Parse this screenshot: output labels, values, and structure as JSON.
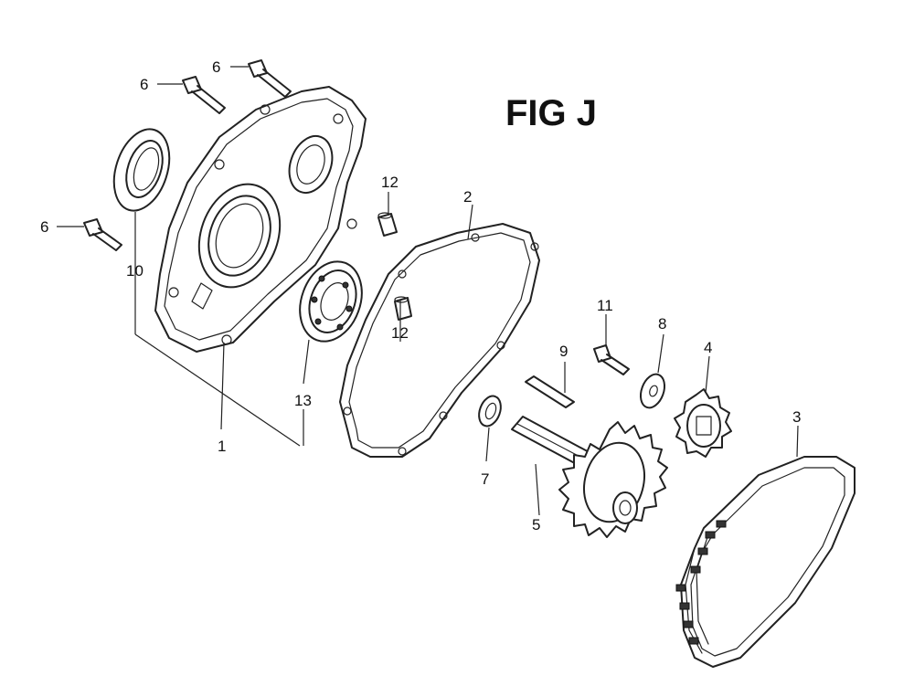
{
  "figure": {
    "title": "FIG J"
  },
  "callouts": {
    "c1": "1",
    "c2": "2",
    "c3": "3",
    "c4": "4",
    "c5": "5",
    "c6a": "6",
    "c6b": "6",
    "c6c": "6",
    "c7": "7",
    "c8": "8",
    "c9": "9",
    "c10": "10",
    "c11": "11",
    "c12a": "12",
    "c12b": "12",
    "c13": "13"
  },
  "colors": {
    "ink": "#222222",
    "background": "#ffffff"
  }
}
